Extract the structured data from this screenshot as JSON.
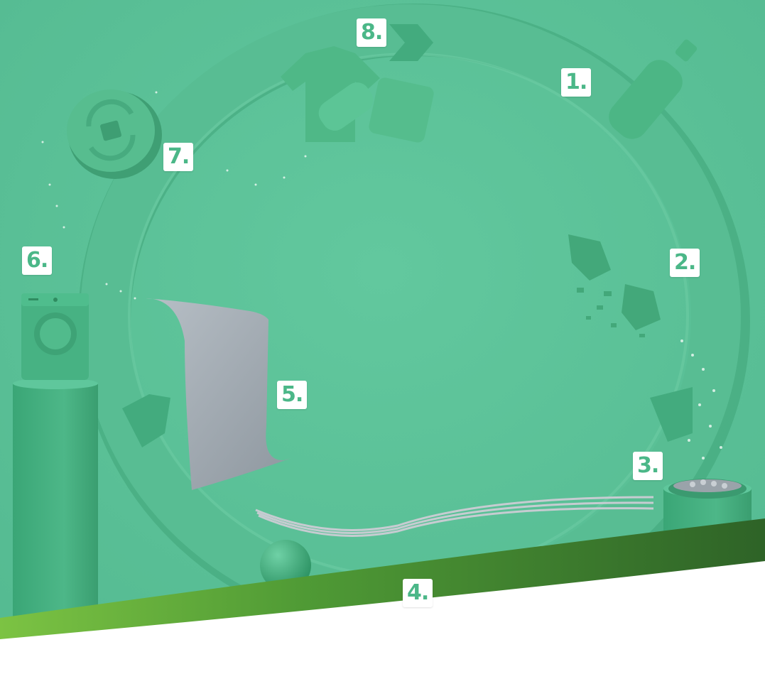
{
  "colors": {
    "background": "#5ec39a",
    "ring": "#56ba90",
    "ring_shadow": "#3fa478",
    "label_bg": "#ffffff",
    "label_text": "#4bb788",
    "wave_dark": "#2f6b2b",
    "wave_light": "#7bbf3f"
  },
  "cycle": {
    "steps": [
      {
        "label": "1.",
        "object": "plastic-bottle"
      },
      {
        "label": "2.",
        "object": "crushed-bottle-flakes"
      },
      {
        "label": "3.",
        "object": "plastic-pellets"
      },
      {
        "label": "4.",
        "object": "polyester-fibers"
      },
      {
        "label": "5.",
        "object": "fabric-sheet"
      },
      {
        "label": "6.",
        "object": "washing-machine"
      },
      {
        "label": "7.",
        "object": "recycle-token"
      },
      {
        "label": "8.",
        "object": "tshirt-bottle-box"
      }
    ]
  }
}
